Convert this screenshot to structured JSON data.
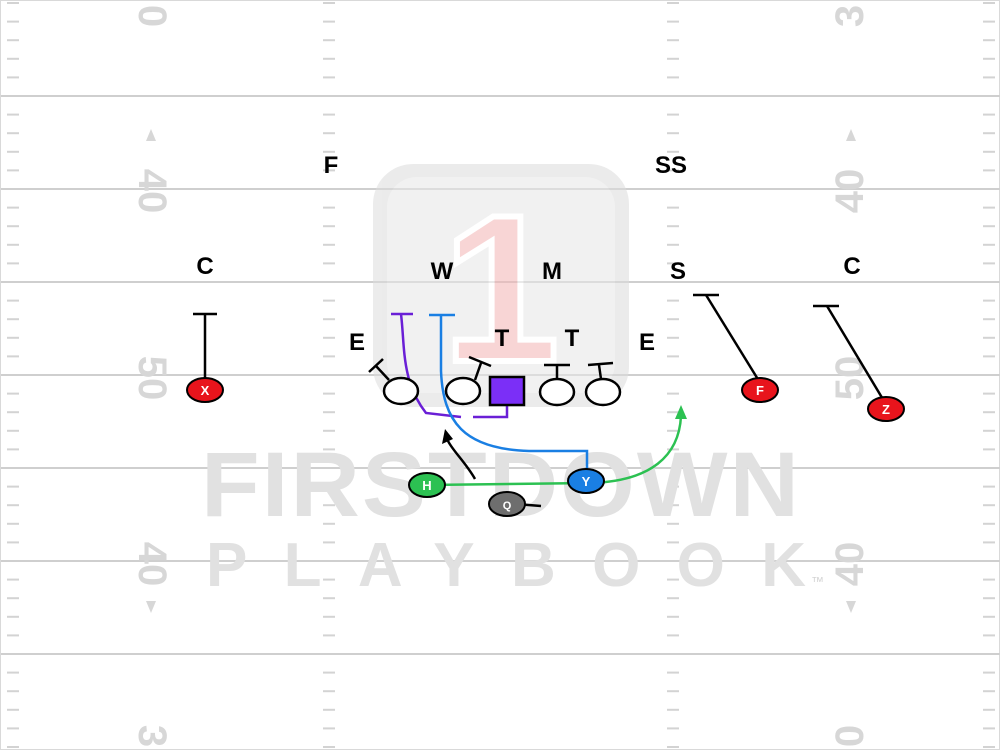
{
  "field": {
    "yard_numbers": {
      "top": "0",
      "upper": "40",
      "middle": "50",
      "lower": "40",
      "bottom": "3",
      "top_right": "3",
      "bottom_right": "0"
    }
  },
  "watermark": {
    "line1": "FIRSTDOWN",
    "line2": "PLAYBOOK",
    "trademark": "™",
    "logo_glyph": "1"
  },
  "defense": {
    "free_safety": "F",
    "strong_safety": "SS",
    "corner_left": "C",
    "corner_right": "C",
    "will": "W",
    "mike": "M",
    "sam": "S",
    "end_left": "E",
    "end_right": "E",
    "tackle_left": "T",
    "tackle_right": "T"
  },
  "offense": {
    "x": "X",
    "f": "F",
    "z": "Z",
    "y": "Y",
    "h": "H",
    "q": "Q"
  },
  "colors": {
    "receiver_red": "#e8141c",
    "y_blue": "#1a7fe3",
    "h_green": "#2cc152",
    "qb_gray": "#6e6e6e",
    "center_purple": "#7b2ff7",
    "route_purple": "#6a1fd6",
    "route_blue": "#1a7fe3",
    "route_green": "#2cc152"
  }
}
